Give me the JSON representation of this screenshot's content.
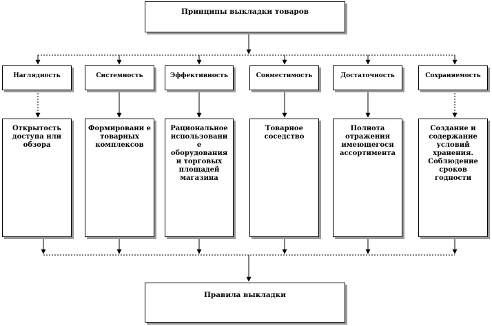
{
  "diagram": {
    "top": "Принципы выкладки товаров",
    "bottom": "Правила выкладки",
    "principles": [
      {
        "name": "Наглядность",
        "detail": "Открытость доступа или обзора"
      },
      {
        "name": "Системность",
        "detail": "Формировани е товарных комплексов"
      },
      {
        "name": "Эффективность",
        "detail": "Рациональное использовани е оборудования и торговых площадей магазина"
      },
      {
        "name": "Совместимость",
        "detail": "Товарное соседство"
      },
      {
        "name": "Достаточность",
        "detail": "Полнота отражения имеющегося ассортимента"
      },
      {
        "name": "Сохраняемость",
        "detail": "Создание и содержание условий хранения. Соблюдение сроков годности"
      }
    ]
  }
}
